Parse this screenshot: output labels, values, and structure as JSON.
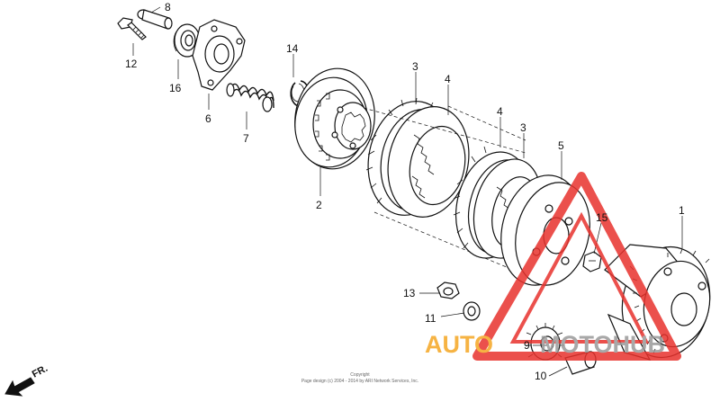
{
  "diagram": {
    "callouts": [
      "1",
      "2",
      "3",
      "3",
      "4",
      "4",
      "5",
      "6",
      "7",
      "8",
      "9",
      "10",
      "11",
      "12",
      "13",
      "14",
      "15",
      "16"
    ],
    "direction_label": "FR.",
    "copyright": {
      "line1": "Copyright",
      "line2": "Page design (c) 2004 - 2014 by ARI Network Services, Inc."
    }
  },
  "watermark": {
    "text_left": "AUTO",
    "text_right": "MOTOHUB",
    "colors": {
      "triangle": "#e8322d",
      "left": "#f5a623",
      "right": "#9a9a9a"
    }
  }
}
